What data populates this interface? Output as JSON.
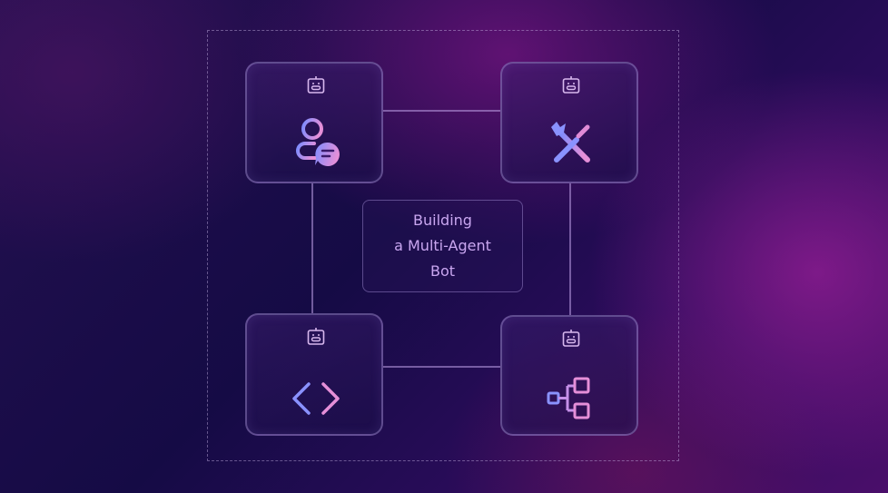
{
  "title_lines": [
    "Building",
    "a Multi-Agent",
    "Bot"
  ],
  "nodes": [
    {
      "name": "user-chat-agent",
      "icon": "user-chat-icon"
    },
    {
      "name": "tools-agent",
      "icon": "wrench-screwdriver-icon"
    },
    {
      "name": "code-agent",
      "icon": "code-brackets-icon"
    },
    {
      "name": "workflow-agent",
      "icon": "hierarchy-icon"
    }
  ],
  "colors": {
    "icon_start": "#7b8cff",
    "icon_end": "#e58fd8",
    "text": "#c9a6f0"
  }
}
